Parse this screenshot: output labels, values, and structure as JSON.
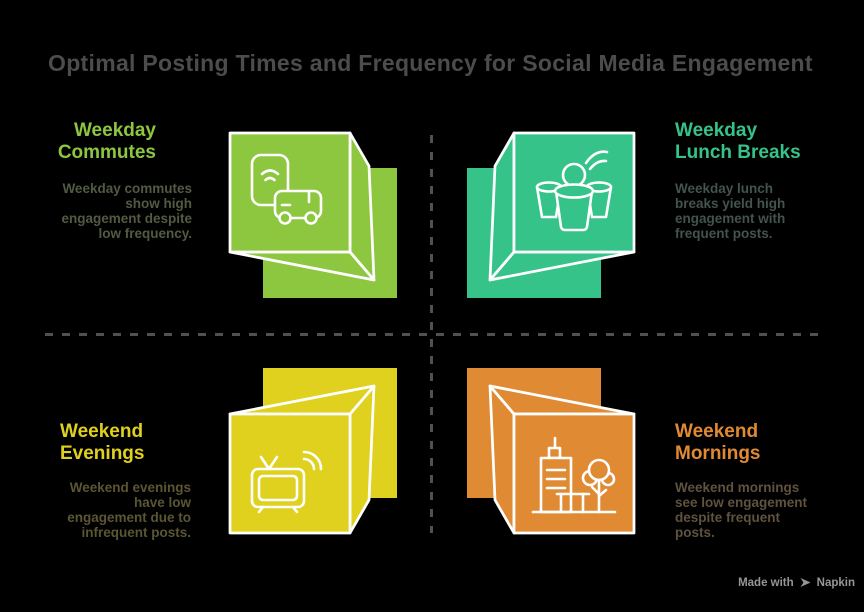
{
  "background": "#000000",
  "title": {
    "text": "Optimal Posting Times and Frequency for Social Media Engagement",
    "color": "#4C4C4C"
  },
  "quadrants": {
    "weekday_commutes": {
      "heading": "Weekday\nCommutes",
      "body": "Weekday commutes\nshow high\nengagement despite\nlow frequency.",
      "accent": "#8DC63F",
      "body_color": "#525A42",
      "icon": "phone-and-bus"
    },
    "weekday_lunch_breaks": {
      "heading": "Weekday\nLunch Breaks",
      "body": "Weekday lunch\nbreaks yield high\nengagement with\nfrequent posts.",
      "accent": "#35C389",
      "body_color": "#42544B",
      "icon": "lunch-group-cups"
    },
    "weekend_evenings": {
      "heading": "Weekend\nEvenings",
      "body": "Weekend evenings\nhave low\nengagement due to\ninfrequent posts.",
      "accent": "#DFD11D",
      "body_color": "#5A5634",
      "icon": "tv-with-signal"
    },
    "weekend_mornings": {
      "heading": "Weekend\nMornings",
      "body": "Weekend mornings\nsee low engagement\ndespite frequent\nposts.",
      "accent": "#E08A33",
      "body_color": "#5F523E",
      "icon": "city-building-tree-bench"
    }
  },
  "dividers": {
    "color": "#515151"
  },
  "watermark": {
    "prefix": "Made with",
    "brand": "Napkin",
    "color": "#969696"
  }
}
